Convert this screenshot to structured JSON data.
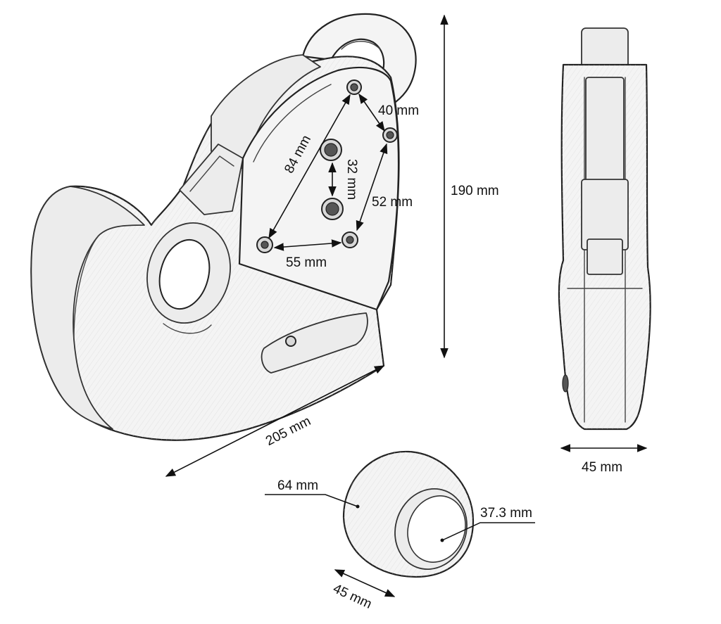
{
  "dimensions": {
    "hole_diagonal": "84 mm",
    "hole_top_right": "40 mm",
    "hole_center_vertical": "32 mm",
    "hole_right_vertical": "52 mm",
    "hole_bottom": "55 mm",
    "hook_height": "190 mm",
    "hook_length": "205 mm",
    "hook_width": "45 mm",
    "ball_outer_diameter": "64 mm",
    "ball_bore": "37.3 mm",
    "ball_width": "45 mm"
  }
}
